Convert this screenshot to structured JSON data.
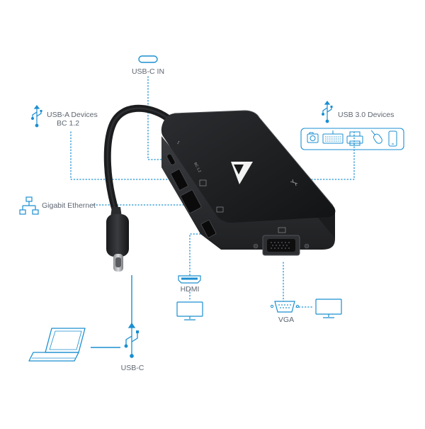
{
  "colors": {
    "accent": "#1a8fd0",
    "label_text": "#5e6670",
    "device_body": "#2a2c2f",
    "device_top": "#161718",
    "cable": "#1c1d1f"
  },
  "ports": {
    "usb_c_in": {
      "label": "USB-C IN",
      "icon": "usb-c-port-icon"
    },
    "usb_a": {
      "label_line1": "USB-A Devices",
      "label_line2": "BC 1.2",
      "icon": "usb-icon"
    },
    "gigabit_ethernet": {
      "label": "Gigabit Ethernet",
      "icon": "network-icon"
    },
    "usb3": {
      "label": "USB 3.0 Devices",
      "icon": "usb-icon",
      "devices": [
        "camera-icon",
        "keyboard-icon",
        "printer-icon",
        "mouse-icon",
        "phone-icon"
      ]
    },
    "hdmi": {
      "label": "HDMI",
      "icon": "hdmi-port-icon",
      "device": "monitor-icon"
    },
    "vga": {
      "label": "VGA",
      "icon": "vga-port-icon",
      "device": "monitor-icon"
    },
    "usb_c": {
      "label": "USB-C",
      "icon": "usb-icon",
      "device": "laptop-icon"
    }
  },
  "device": {
    "logo": "v7-logo",
    "port_marks": {
      "bc": "BC 1.2"
    }
  }
}
